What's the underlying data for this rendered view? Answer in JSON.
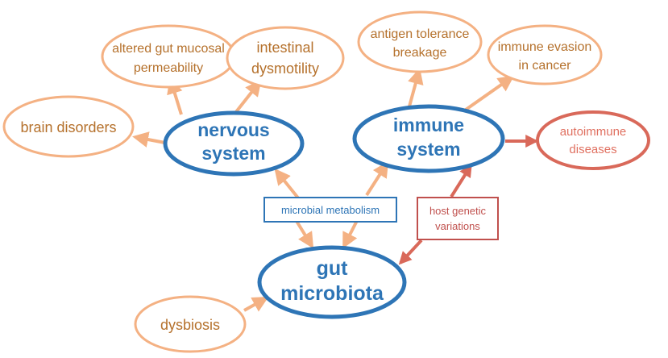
{
  "colors": {
    "orange_outline": "#f4b183",
    "orange_arrow": "#f4b183",
    "orange_text": "#b5712c",
    "blue_main": "#2e75b6",
    "red_main": "#d9695a",
    "red_text": "#e07060",
    "box_red": "#c0504d"
  },
  "nodes": {
    "gut_microbiota": [
      "gut",
      "microbiota"
    ],
    "nervous_system": [
      "nervous",
      "system"
    ],
    "immune_system": [
      "immune",
      "system"
    ],
    "brain_disorders": [
      "brain disorders"
    ],
    "altered_gut_mucosal": [
      "altered gut mucosal",
      "permeability"
    ],
    "intestinal_dysmotility": [
      "intestinal",
      "dysmotility"
    ],
    "antigen_tolerance": [
      "antigen tolerance",
      "breakage"
    ],
    "immune_evasion": [
      "immune evasion",
      "in cancer"
    ],
    "autoimmune_diseases": [
      "autoimmune",
      "diseases"
    ],
    "dysbiosis": [
      "dysbiosis"
    ]
  },
  "labels": {
    "microbial_metabolism": "microbial metabolism",
    "host_genetic_variations": [
      "host genetic",
      "variations"
    ]
  }
}
